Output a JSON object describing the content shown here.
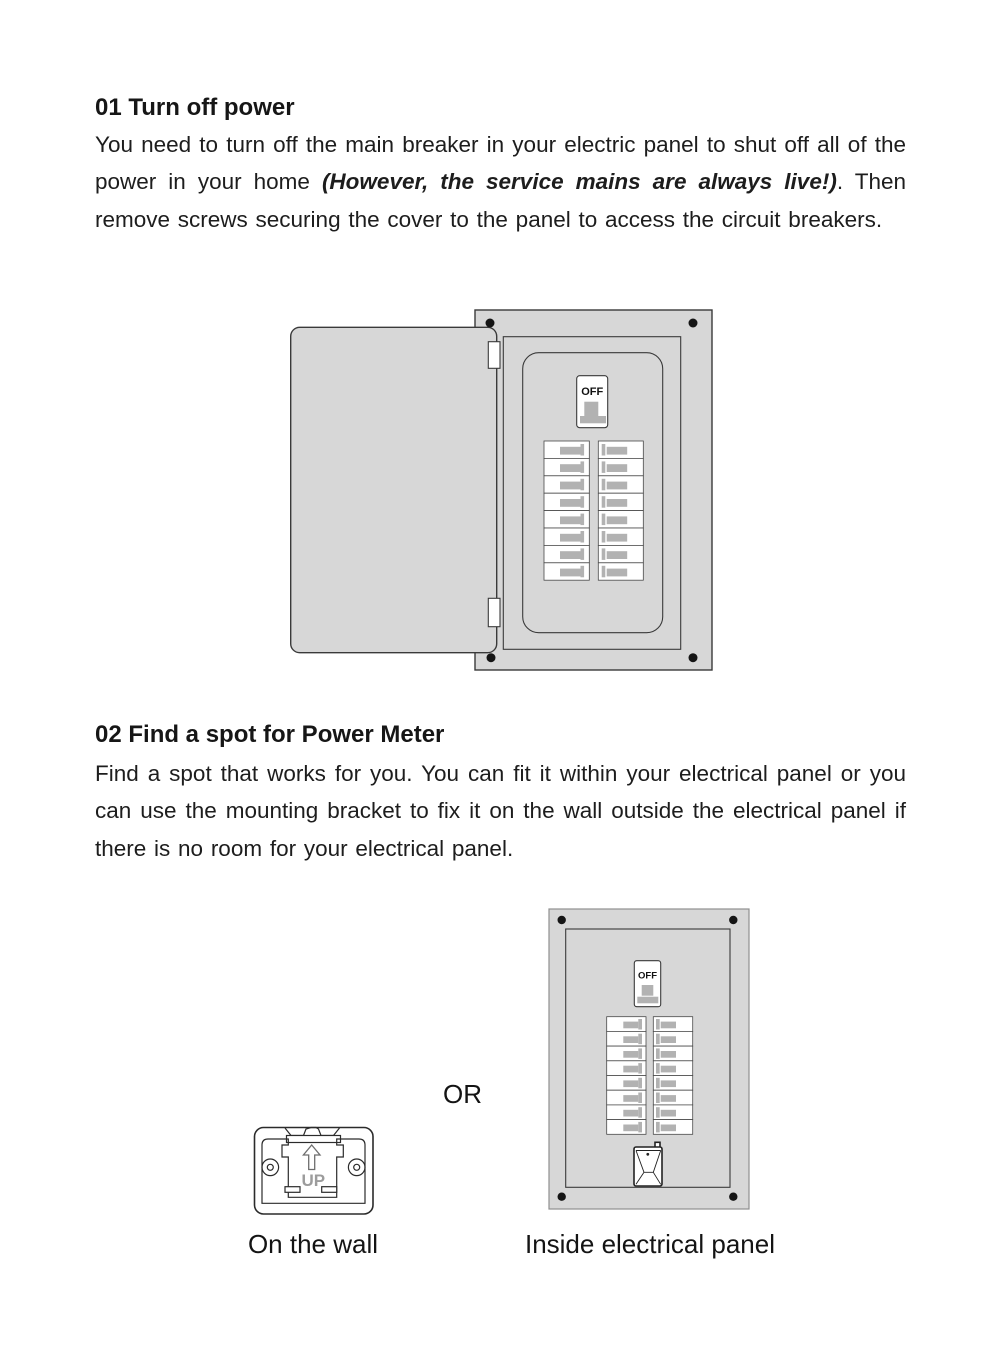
{
  "section1": {
    "heading": "01 Turn off power",
    "body_part1": "You need to turn off the main breaker in your electric panel to shut off all of the power in your home ",
    "body_emphasis": "(However, the service mains are always live!)",
    "body_part2": ". Then remove screws securing the cover to the panel to access the circuit breakers."
  },
  "section2": {
    "heading": "02 Find a spot for Power Meter",
    "body": "Find a spot that works for you. You can fit it within your electrical panel or you can use the mounting bracket to fix it on the wall outside the electrical panel if there is no room for your electrical panel."
  },
  "figures": {
    "off_label": "OFF",
    "up_label": "UP",
    "or_label": "OR",
    "caption_wall": "On the wall",
    "caption_panel": "Inside electrical panel"
  },
  "colors": {
    "panel_fill": "#d7d7d7",
    "outline_dark": "#3a3a3a",
    "outline_light": "#8f8f8f",
    "toggle_gray": "#b2b2b2",
    "text": "#1a1a1a",
    "bracket_text_gray": "#9c9c9c"
  }
}
